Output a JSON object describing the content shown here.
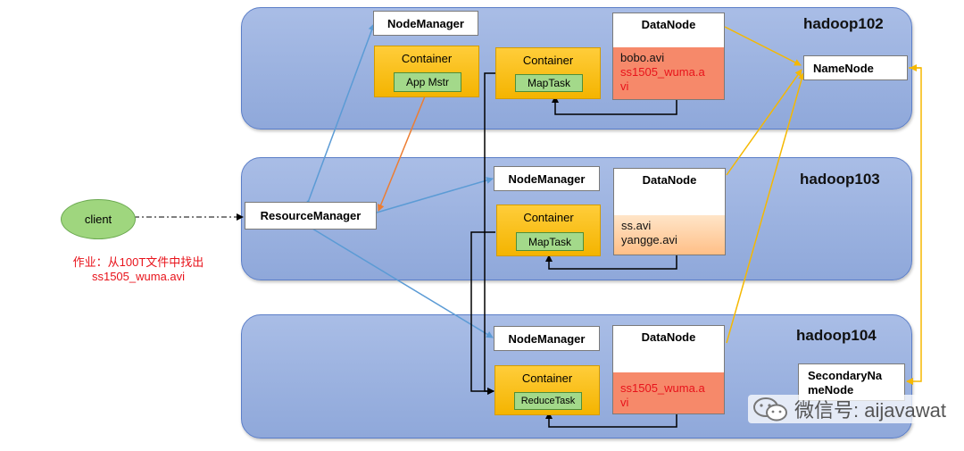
{
  "hosts": [
    {
      "name": "hadoop102"
    },
    {
      "name": "hadoop103"
    },
    {
      "name": "hadoop104"
    }
  ],
  "client": {
    "label": "client"
  },
  "note": {
    "line1": "作业：从100T文件中找出",
    "line2": "ss1505_wuma.avi"
  },
  "resource_manager": {
    "label": "ResourceManager"
  },
  "name_node": {
    "label": "NameNode"
  },
  "secondary_name_node": {
    "line1": "SecondaryNa",
    "line2": "meNode"
  },
  "node_managers": [
    {
      "label": "NodeManager"
    },
    {
      "label": "NodeManager"
    },
    {
      "label": "NodeManager"
    }
  ],
  "containers": [
    {
      "label": "Container",
      "task": "App Mstr"
    },
    {
      "label": "Container",
      "task": "MapTask"
    },
    {
      "label": "Container",
      "task": "MapTask"
    },
    {
      "label": "Container",
      "task": "ReduceTask"
    }
  ],
  "data_nodes": [
    {
      "title": "DataNode",
      "files": [
        "bobo.avi",
        "ss1505_wuma.a",
        "vi"
      ]
    },
    {
      "title": "DataNode",
      "files": [
        "ss.avi",
        "yangge.avi"
      ]
    },
    {
      "title": "DataNode",
      "files": [
        "ss1505_wuma.a",
        "vi"
      ]
    }
  ],
  "watermark": {
    "text": "微信号: aijavawat"
  },
  "colors": {
    "host_fill": "#98b0df",
    "container_fill": "#ffc423",
    "task_fill": "#a3d98a",
    "highlight_text": "#e8131b",
    "yarn_arrow": "#5b9bd5",
    "hdfs_arrow": "#f5b800",
    "am_arrow": "#ed7d31"
  }
}
